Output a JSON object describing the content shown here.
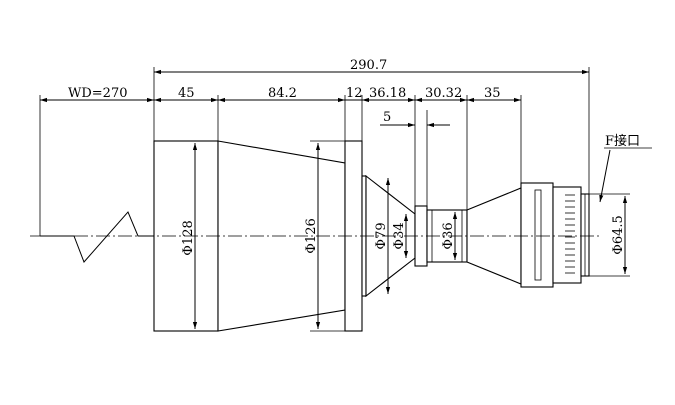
{
  "dimensions": {
    "overall_length": "290.7",
    "working_distance": "WD=270",
    "front_length": "45",
    "cone_length": "84.2",
    "flange_thickness": "12",
    "mid_length": "36.18",
    "small_gap": "5",
    "tube_length": "30.32",
    "rear_length": "35"
  },
  "diameters": {
    "front": "Φ128",
    "cone_end": "Φ126",
    "mid_cone": "Φ79",
    "neck": "Φ34",
    "tube": "Φ36",
    "mount": "Φ64.5"
  },
  "callouts": {
    "mount_type": "F接口"
  }
}
